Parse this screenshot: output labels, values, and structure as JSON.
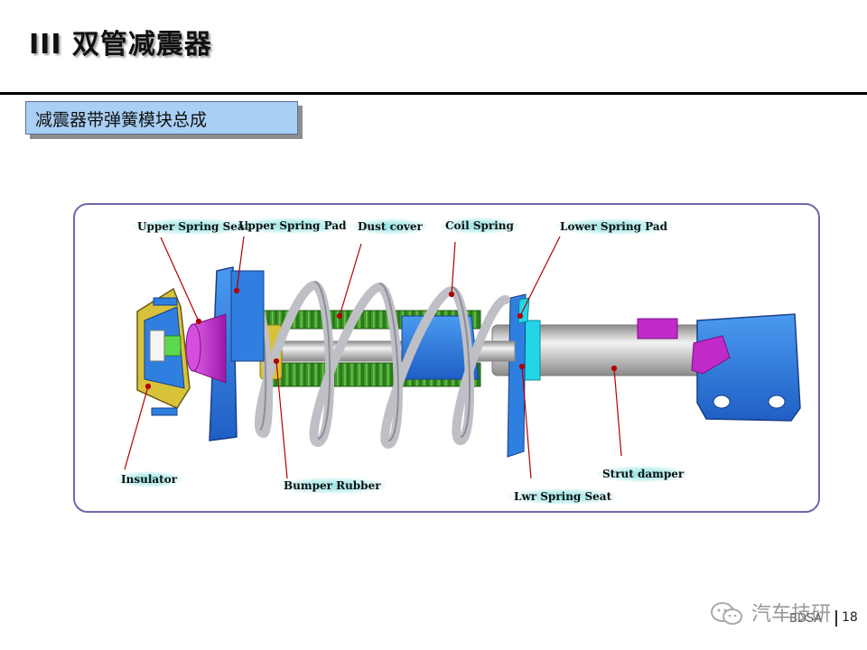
{
  "slide": {
    "title": "III  双管减震器",
    "section_heading": "减震器带弹簧模块总成"
  },
  "diagram": {
    "labels": {
      "upper_spring_seat": "Upper Spring Seat",
      "upper_spring_pad": "Upper Spring Pad",
      "dust_cover": "Dust cover",
      "coil_spring": "Coil Spring",
      "lower_spring_pad": "Lower Spring Pad",
      "insulator": "Insulator",
      "bumper_rubber": "Bumper Rubber",
      "lwr_spring_seat": "Lwr Spring Seat",
      "strut_damper": "Strut damper"
    },
    "colors": {
      "frame": "#6c6aa8",
      "leader": "#b00000",
      "seat_blue": "#2f7fe0",
      "spring_gray": "#cfcfd4",
      "dust_green": "#3f9a2a",
      "magenta": "#c02ac8",
      "cyan": "#22d6e6",
      "yellow": "#d8c23a",
      "rod_gray": "#c4c4c4"
    }
  },
  "footer": {
    "brand": "汽车技研",
    "code": "BDSA",
    "page_number": "18",
    "logo_icon": "wechat-icon"
  }
}
